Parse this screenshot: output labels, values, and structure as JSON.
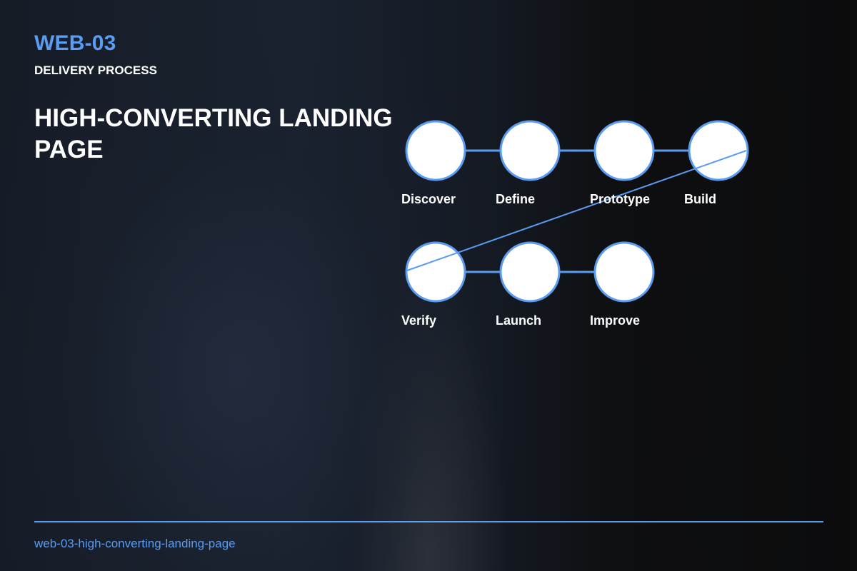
{
  "header": {
    "code": "WEB-03",
    "subtitle": "DELIVERY PROCESS",
    "title": "HIGH-CONVERTING LANDING PAGE"
  },
  "process": {
    "steps": [
      "Discover",
      "Define",
      "Prototype",
      "Build",
      "Verify",
      "Launch",
      "Improve"
    ],
    "colors": {
      "accent": "#5b9bf0",
      "node_fill": "#ffffff",
      "label": "#ffffff"
    }
  },
  "footer": {
    "slug": "web-03-high-converting-landing-page"
  }
}
